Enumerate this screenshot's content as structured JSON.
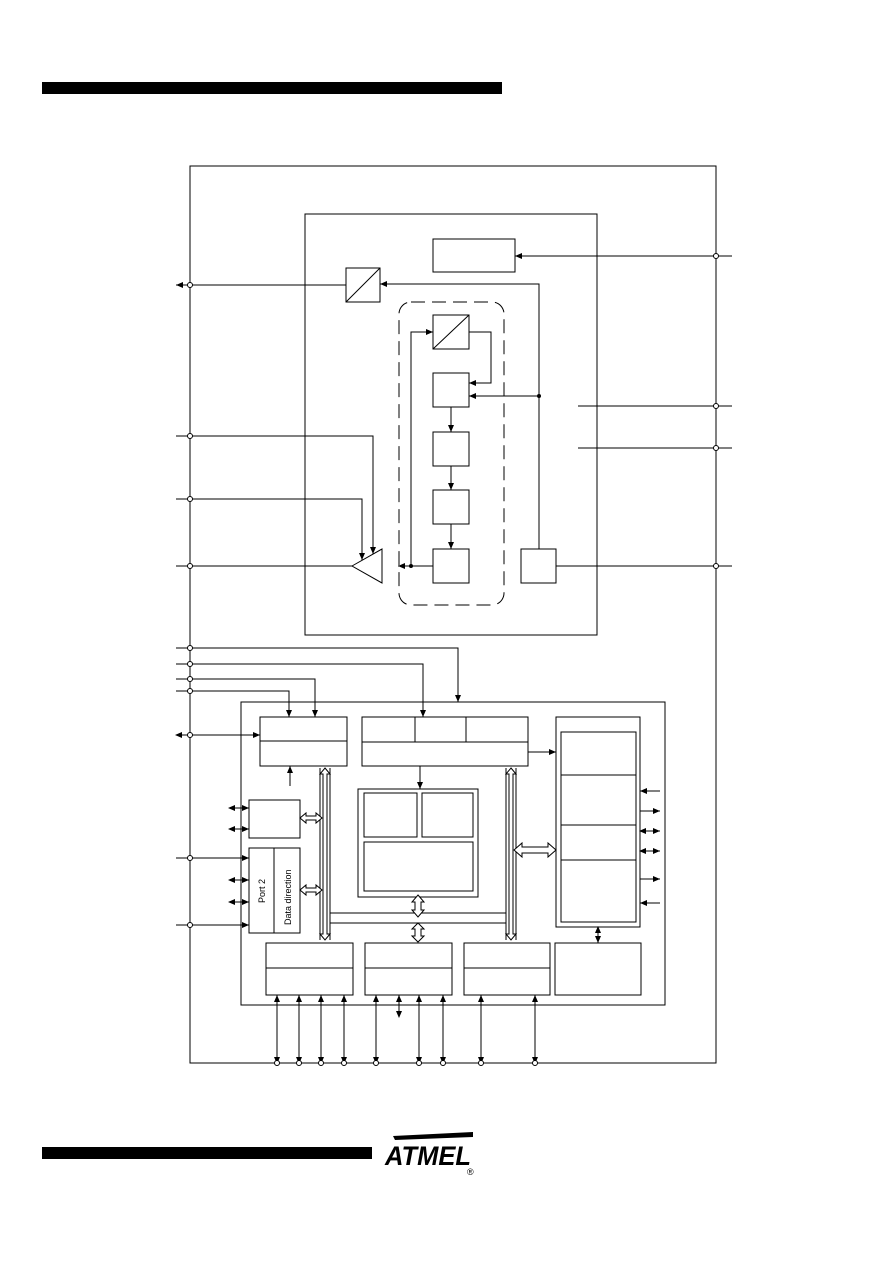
{
  "diagram": {
    "port2_block": {
      "label": "Port 2",
      "sublabel": "Data direction"
    }
  },
  "logo": {
    "text": "ATMEL",
    "registered_mark": "®"
  },
  "colors": {
    "ink": "#000000",
    "paper": "#ffffff"
  }
}
